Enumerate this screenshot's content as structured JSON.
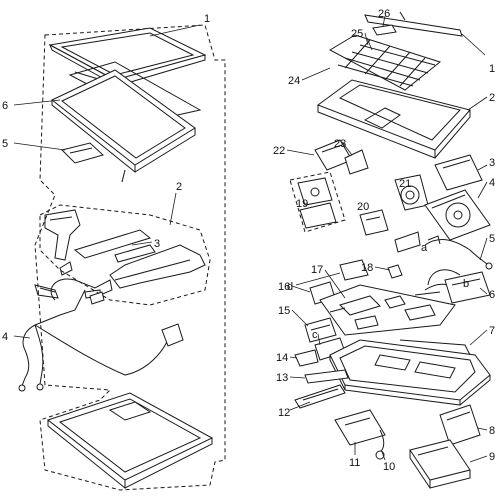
{
  "diagram": {
    "left_callouts": [
      {
        "id": "l1",
        "text": "1"
      },
      {
        "id": "l2",
        "text": "2"
      },
      {
        "id": "l3",
        "text": "3"
      },
      {
        "id": "l4",
        "text": "4"
      },
      {
        "id": "l5",
        "text": "5"
      },
      {
        "id": "l6",
        "text": "6"
      }
    ],
    "right_callouts": [
      {
        "id": "r1",
        "text": "1"
      },
      {
        "id": "r2",
        "text": "2"
      },
      {
        "id": "r3",
        "text": "3"
      },
      {
        "id": "r4",
        "text": "4"
      },
      {
        "id": "r5",
        "text": "5"
      },
      {
        "id": "r6",
        "text": "6"
      },
      {
        "id": "r7",
        "text": "7"
      },
      {
        "id": "r8",
        "text": "8"
      },
      {
        "id": "r9",
        "text": "9"
      },
      {
        "id": "r10",
        "text": "10"
      },
      {
        "id": "r11",
        "text": "11"
      },
      {
        "id": "r12",
        "text": "12"
      },
      {
        "id": "r13",
        "text": "13"
      },
      {
        "id": "r14",
        "text": "14"
      },
      {
        "id": "r15",
        "text": "15"
      },
      {
        "id": "r16",
        "text": "16"
      },
      {
        "id": "r17",
        "text": "17"
      },
      {
        "id": "r18",
        "text": "18"
      },
      {
        "id": "r19",
        "text": "19"
      },
      {
        "id": "r20",
        "text": "20"
      },
      {
        "id": "r21",
        "text": "21"
      },
      {
        "id": "r22",
        "text": "22"
      },
      {
        "id": "r23",
        "text": "23"
      },
      {
        "id": "r24",
        "text": "24"
      },
      {
        "id": "r25",
        "text": "25"
      },
      {
        "id": "r26",
        "text": "26"
      },
      {
        "id": "ra",
        "text": "a"
      },
      {
        "id": "rb",
        "text": "b"
      },
      {
        "id": "rc",
        "text": "c"
      },
      {
        "id": "rd",
        "text": "d"
      }
    ]
  }
}
